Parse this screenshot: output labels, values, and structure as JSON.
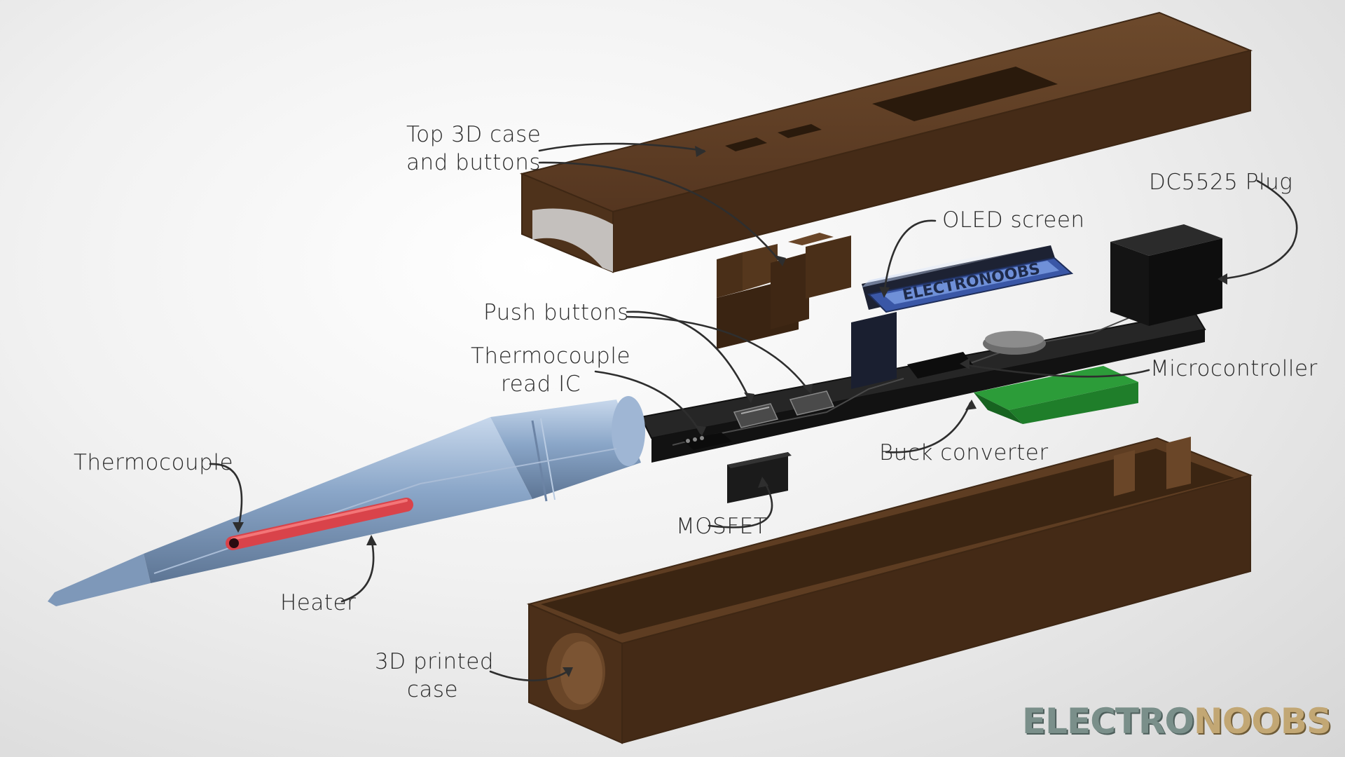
{
  "labels": {
    "top_case": [
      "Top 3D case",
      "and buttons"
    ],
    "dc_plug": "DC5525 Plug",
    "oled": "OLED screen",
    "push_buttons": "Push buttons",
    "tc_ic": [
      "Thermocouple",
      "read IC"
    ],
    "microcontroller": "Microcontroller",
    "thermocouple": "Thermocouple",
    "buck": "Buck converter",
    "mosfet": "MOSFET",
    "heater": "Heater",
    "bottom_case": [
      "3D printed",
      "case"
    ]
  },
  "screen_text": "ELECTRONOOBS",
  "logo": {
    "part1": "ELECTRO",
    "part2": "NOOBS"
  },
  "colors": {
    "case": "#5b3a1f",
    "case_dark": "#3e2714",
    "pcb": "#1c1c1c",
    "tip": "#8aa6c8",
    "heater": "#d9434a",
    "buck": "#1f7e2a",
    "oled": "#3a57a6"
  }
}
